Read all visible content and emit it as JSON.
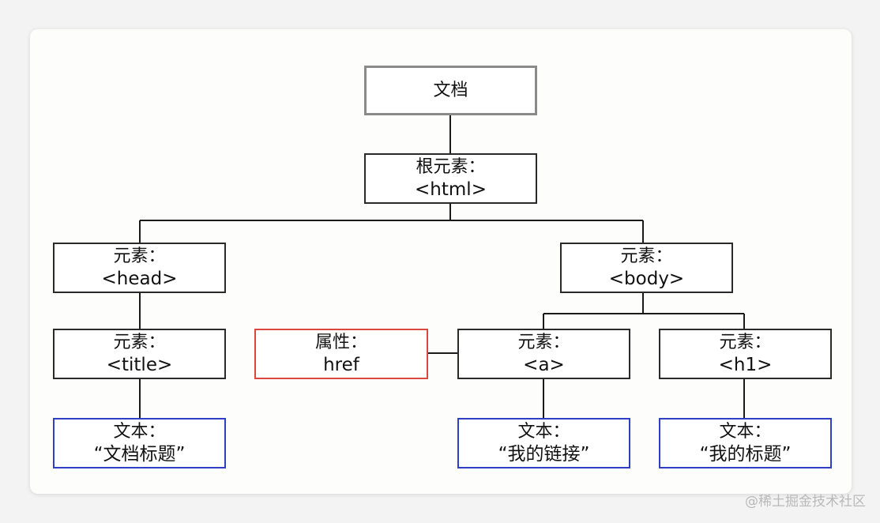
{
  "nodes": {
    "document": {
      "text": "文档"
    },
    "html": {
      "line1": "根元素：",
      "line2": "<html>"
    },
    "head": {
      "line1": "元素：",
      "line2": "<head>"
    },
    "body": {
      "line1": "元素：",
      "line2": "<body>"
    },
    "title": {
      "line1": "元素：",
      "line2": "<title>"
    },
    "href": {
      "line1": "属性：",
      "line2": "href"
    },
    "a": {
      "line1": "元素：",
      "line2": "<a>"
    },
    "h1": {
      "line1": "元素：",
      "line2": "<h1>"
    },
    "text_title": {
      "line1": "文本：",
      "line2": "“文档标题”"
    },
    "text_a": {
      "line1": "文本：",
      "line2": "“我的链接”"
    },
    "text_h1": {
      "line1": "文本：",
      "line2": "“我的标题”"
    }
  },
  "colors": {
    "line": "#1a1a1a",
    "document_border": "#8a8a8a",
    "attribute_border": "#d9473f",
    "text_border": "#2f3fc6"
  },
  "watermark": "@稀土掘金技术社区"
}
